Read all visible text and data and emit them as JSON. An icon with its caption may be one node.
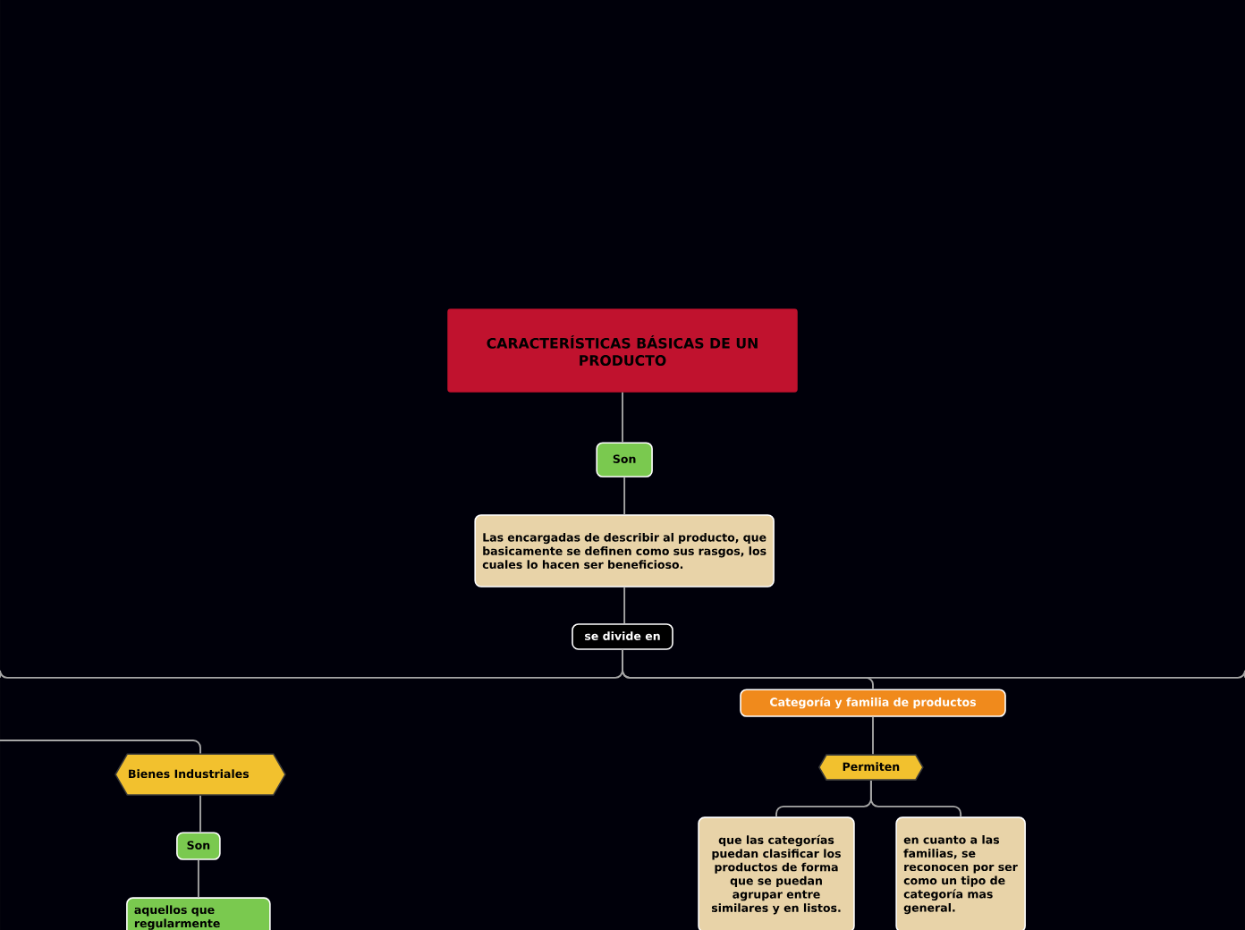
{
  "diagram": {
    "nodes": [
      {
        "text": [
          "CARACTERÍSTICAS BÁSICAS DE UN PRODUCTO"
        ]
      },
      {
        "text": [
          "Son"
        ]
      },
      {
        "text": [
          "Las encargadas de describir al producto, que basicamente se definen como sus rasgos, los cuales lo hacen ser beneficioso."
        ]
      },
      {
        "text": [
          "se divide en"
        ]
      },
      {
        "text": [
          "Categoría y familia de productos"
        ]
      },
      {
        "text": [
          "Bienes Industriales"
        ]
      },
      {
        "text": [
          "Son"
        ]
      },
      {
        "text": [
          "aquellos que regularmente"
        ]
      },
      {
        "text": [
          "Permiten"
        ]
      },
      {
        "text": [
          "que las categorías puedan clasificar los productos de forma que se puedan agrupar entre  similares y en listos."
        ]
      },
      {
        "text": [
          "en cuanto a las familias, se reconocen por ser como un tipo de categoría mas general."
        ]
      }
    ],
    "edges": [
      {
        "from": 0,
        "to": 1,
        "arrow": "none"
      },
      {
        "from": 1,
        "to": 2,
        "arrow": "none"
      },
      {
        "from": 2,
        "to": 3,
        "arrow": "none"
      },
      {
        "from": 3,
        "to": 4,
        "arrow": "none"
      },
      {
        "from": 3,
        "to": null,
        "arrow": "none"
      },
      {
        "from": 3,
        "to": null,
        "arrow": "none"
      },
      {
        "from": null,
        "to": 5,
        "arrow": "none"
      },
      {
        "from": 5,
        "to": 6,
        "arrow": "none"
      },
      {
        "from": 6,
        "to": 7,
        "arrow": "none"
      },
      {
        "from": 4,
        "to": 8,
        "arrow": "none"
      },
      {
        "from": 8,
        "to": 9,
        "arrow": "none"
      },
      {
        "from": 8,
        "to": 10,
        "arrow": "none"
      }
    ]
  }
}
